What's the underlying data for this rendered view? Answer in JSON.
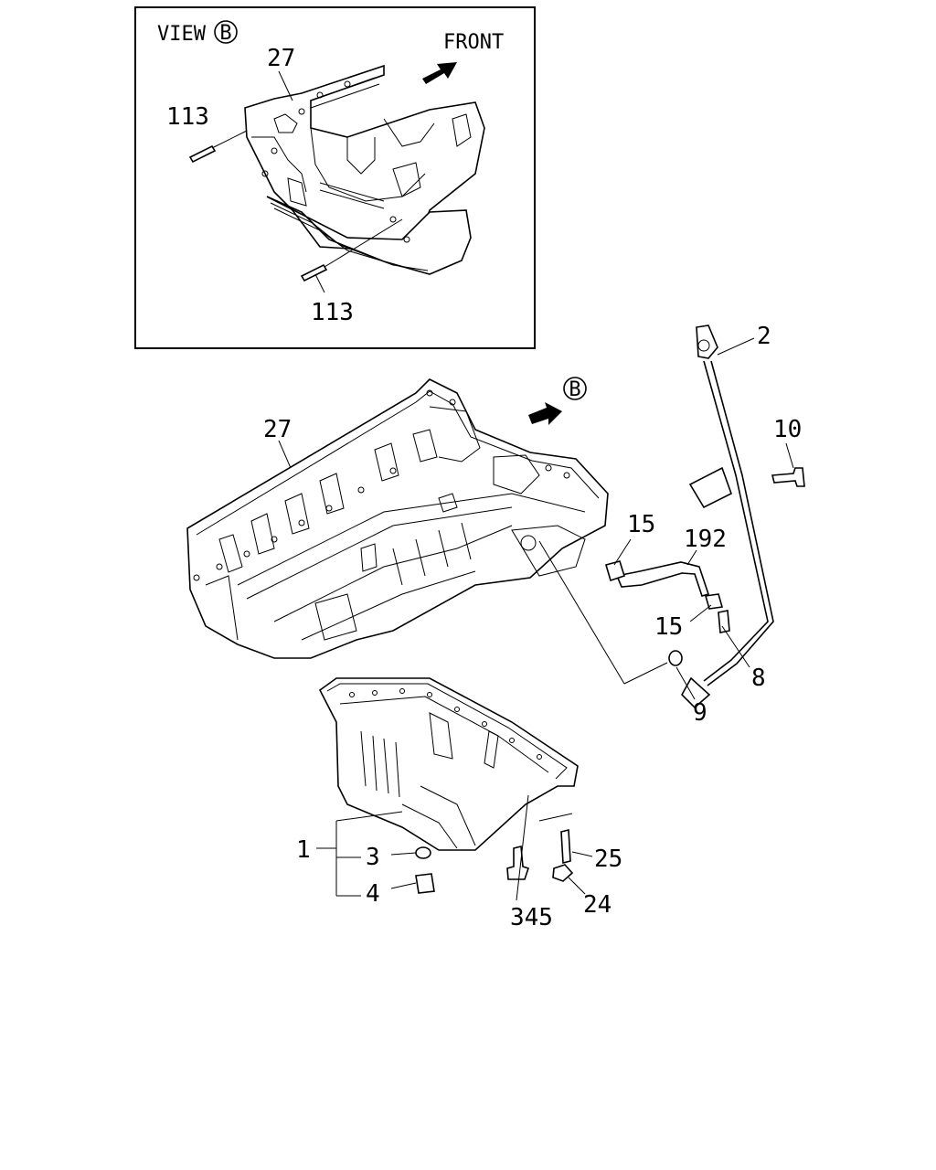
{
  "inset": {
    "title": "VIEW",
    "title_marker": "B",
    "front_label": "FRONT",
    "callouts": {
      "part_27": "27",
      "part_113_top": "113",
      "part_113_bottom": "113"
    }
  },
  "main": {
    "view_marker": "B",
    "callouts": {
      "part_27": "27",
      "part_2": "2",
      "part_10": "10",
      "part_15_a": "15",
      "part_192": "192",
      "part_15_b": "15",
      "part_8": "8",
      "part_9": "9",
      "part_1": "1",
      "part_3": "3",
      "part_4": "4",
      "part_25": "25",
      "part_24": "24",
      "part_345": "345"
    }
  }
}
